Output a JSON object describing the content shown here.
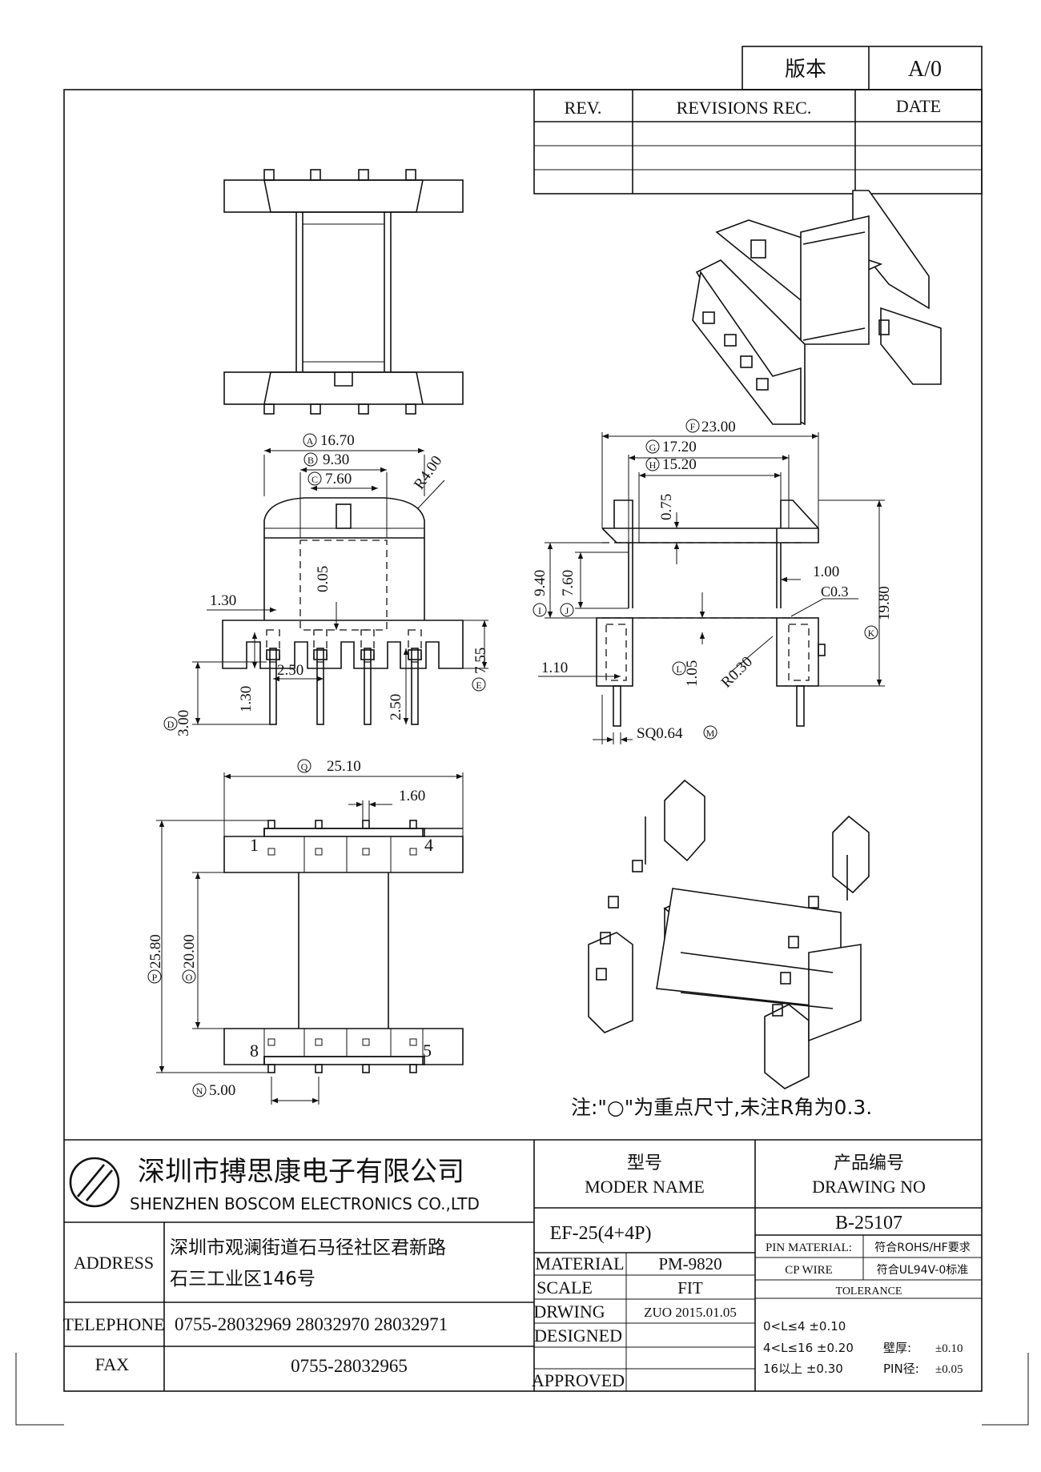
{
  "version_box": {
    "label": "版本",
    "value": "A/0"
  },
  "revisions": {
    "col_rev": "REV.",
    "col_rec": "REVISIONS REC.",
    "col_date": "DATE"
  },
  "dims": {
    "a": "16.70",
    "b": "9.30",
    "c": "7.60",
    "r4": "R4.00",
    "d005": "0.05",
    "d130a": "1.30",
    "d130b": "1.30",
    "d250a": "2.50",
    "d250b": "2.50",
    "d300": "3.00",
    "d755": "7.55",
    "f": "23.00",
    "g": "17.20",
    "h": "15.20",
    "d075": "0.75",
    "i940": "9.40",
    "j760": "7.60",
    "d100": "1.00",
    "c03": "C0.3",
    "k": "19.80",
    "d110": "1.10",
    "l105": "1.05",
    "r030": "R0.30",
    "sq": "SQ0.64",
    "q": "25.10",
    "d160": "1.60",
    "p": "25.80",
    "o": "20.00",
    "n": "5.00"
  },
  "dim_letters": {
    "a": "A",
    "b": "B",
    "c": "C",
    "d": "D",
    "e": "E",
    "f": "F",
    "g": "G",
    "h": "H",
    "i": "I",
    "j": "J",
    "k": "K",
    "l": "L",
    "m": "M",
    "n": "N",
    "o": "O",
    "p": "P",
    "q": "Q"
  },
  "pins": {
    "p1": "1",
    "p4": "4",
    "p8": "8",
    "p5": "5"
  },
  "note": "注:\"○\"为重点尺寸,未注R角为0.3.",
  "title_block": {
    "company_cn": "深圳市搏思康电子有限公司",
    "company_en": "SHENZHEN BOSCOM ELECTRONICS CO.,LTD",
    "model_label_cn": "型号",
    "model_label_en": "MODER NAME",
    "drawing_label_cn": "产品编号",
    "drawing_label_en": "DRAWING NO",
    "model_value": "EF-25(4+4P)",
    "drawing_value": "B-25107",
    "address_label": "ADDRESS",
    "address_line1": "深圳市观澜街道石马径社区君新路",
    "address_line2": "石三工业区146号",
    "telephone_label": "TELEPHONE",
    "telephone_value": "0755-28032969 28032970 28032971",
    "fax_label": "FAX",
    "fax_value": "0755-28032965",
    "material_label": "MATERIAL",
    "material_value": "PM-9820",
    "scale_label": "SCALE",
    "scale_value": "FIT",
    "drwing_label": "DRWING",
    "drwing_value": "ZUO 2015.01.05",
    "designed_label": "DESIGNED",
    "approved_label": "APPROVED",
    "pin_material_label": "PIN MATERIAL:",
    "pin_material_value": "符合ROHS/HF要求",
    "cp_wire_label": "CP WIRE",
    "cp_wire_value": "符合UL94V-0标准",
    "tolerance_label": "TOLERANCE",
    "tol_1": "0<L≤4  ±0.10",
    "tol_2": "4<L≤16 ±0.20",
    "tol_3": "16以上    ±0.30",
    "wall_label": "壁厚:",
    "wall_value": "±0.10",
    "pin_dia_label": "PIN径:",
    "pin_dia_value": "±0.05"
  }
}
